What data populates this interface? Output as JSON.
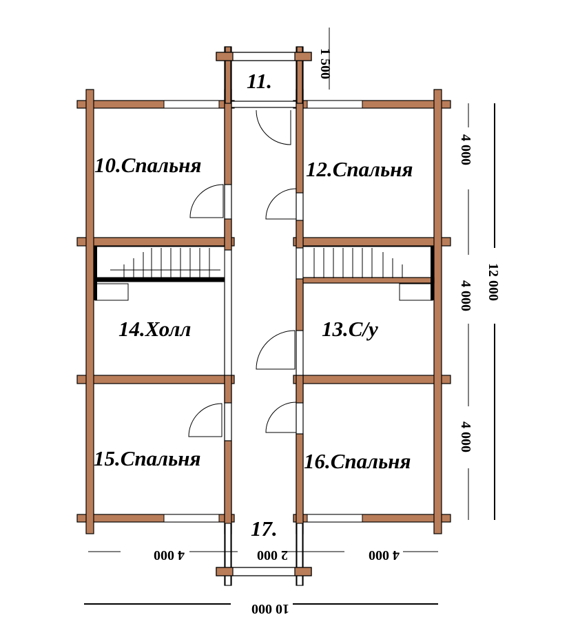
{
  "plan": {
    "rooms": [
      {
        "id": "r11",
        "label": "11."
      },
      {
        "id": "r10",
        "label": "10.Спальня"
      },
      {
        "id": "r12",
        "label": "12.Спальня"
      },
      {
        "id": "r14",
        "label": "14.Холл"
      },
      {
        "id": "r13",
        "label": "13.С/у"
      },
      {
        "id": "r15",
        "label": "15.Спальня"
      },
      {
        "id": "r16",
        "label": "16.Спальня"
      },
      {
        "id": "r17",
        "label": "17."
      }
    ],
    "dimensions": {
      "d1500": "1 500",
      "d4000_top": "4 000",
      "d4000_mid": "4 000",
      "d4000_bot": "4 000",
      "d12000": "12 000",
      "d4000_left": "4 000",
      "d2000": "2 000",
      "d4000_right": "4 000",
      "d10000": "10 000"
    },
    "colors": {
      "log": "#b97d59",
      "line": "#000000",
      "background": "#ffffff"
    }
  }
}
